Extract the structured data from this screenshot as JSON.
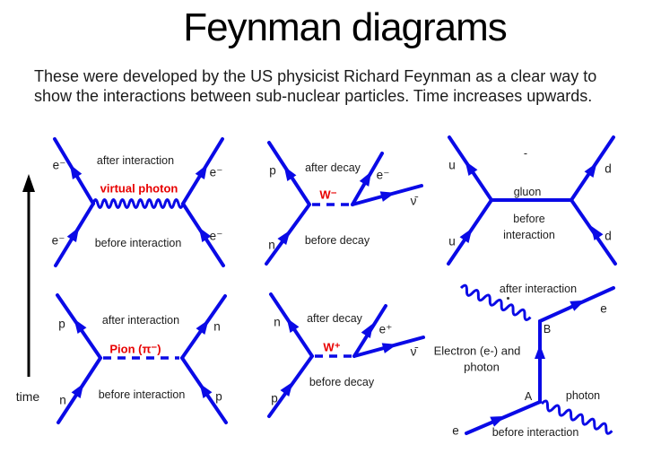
{
  "slide": {
    "title": "Feynman diagrams",
    "description_line1": "These were developed by the US physicist Richard Feynman as a clear way to",
    "description_line2": "show the interactions between sub-nuclear particles. Time increases upwards."
  },
  "colors": {
    "line_blue": "#0a0ae6",
    "label_red": "#e80000"
  },
  "time_axis": {
    "label": "time"
  },
  "diagrams": {
    "electron_repulsion": {
      "after": "after interaction",
      "boson": "virtual photon",
      "before": "before interaction",
      "e_top_left": "e⁻",
      "e_top_right": "e⁻",
      "e_bottom_left": "e⁻",
      "e_bottom_right": "e⁻"
    },
    "beta_minus": {
      "after": "after decay",
      "boson": "W⁻",
      "before": "before decay",
      "p_out": "p",
      "n_in": "n",
      "electron": "e⁻",
      "antineutrino": "ν̄"
    },
    "quark_gluon": {
      "dash": "-",
      "boson": "gluon",
      "before_line1": "before",
      "before_line2": "interaction",
      "u_top": "u",
      "u_bottom": "u",
      "d_top": "d",
      "d_bottom": "d"
    },
    "pion_exchange": {
      "after": "after interaction",
      "boson": "Pion (π⁻)",
      "before": "before interaction",
      "p_top": "p",
      "n_top": "n",
      "n_bottom": "n",
      "p_bottom": "p"
    },
    "beta_plus": {
      "after": "after decay",
      "boson": "W⁺",
      "before": "before decay",
      "n_out": "n",
      "p_in": "p",
      "positron": "e⁺",
      "antineutrino": "ν̄"
    },
    "compton": {
      "caption_line1": "Electron (e-) and",
      "caption_line2": "photon",
      "after": "after interaction",
      "before": "before interaction",
      "photon": "photon",
      "vertex_a": "A",
      "vertex_b": "B",
      "e_in": "e",
      "e_out": "e"
    }
  }
}
